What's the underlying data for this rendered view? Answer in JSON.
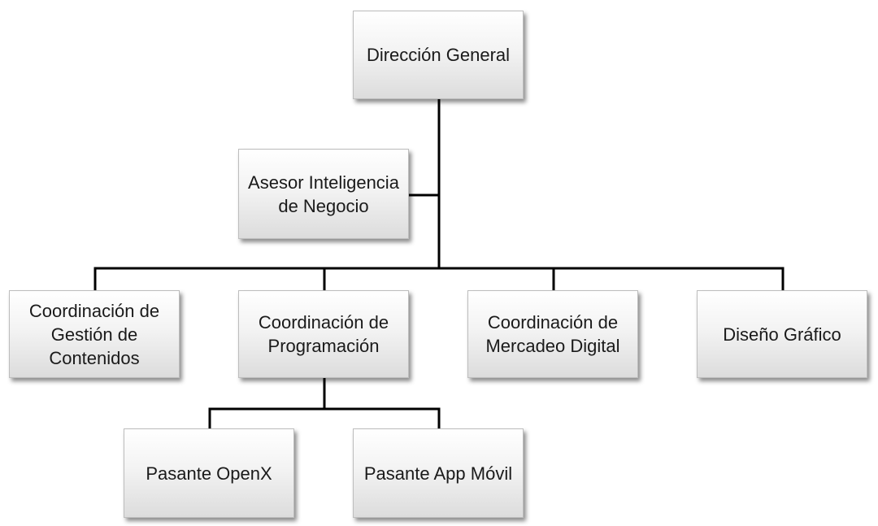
{
  "colors": {
    "connector": "#000000",
    "box_top": "#ffffff",
    "box_bottom": "#dcdcdc"
  },
  "nodes": {
    "direccion_general": "Dirección General",
    "asesor": "Asesor Inteligencia\nde Negocio",
    "gestion": "Coordinación de\nGestión de\nContenidos",
    "programacion": "Coordinación de\nProgramación",
    "mercadeo": "Coordinación de\nMercadeo Digital",
    "diseno": "Diseño Gráfico",
    "pasante_openx": "Pasante OpenX",
    "pasante_app": "Pasante App Móvil"
  }
}
